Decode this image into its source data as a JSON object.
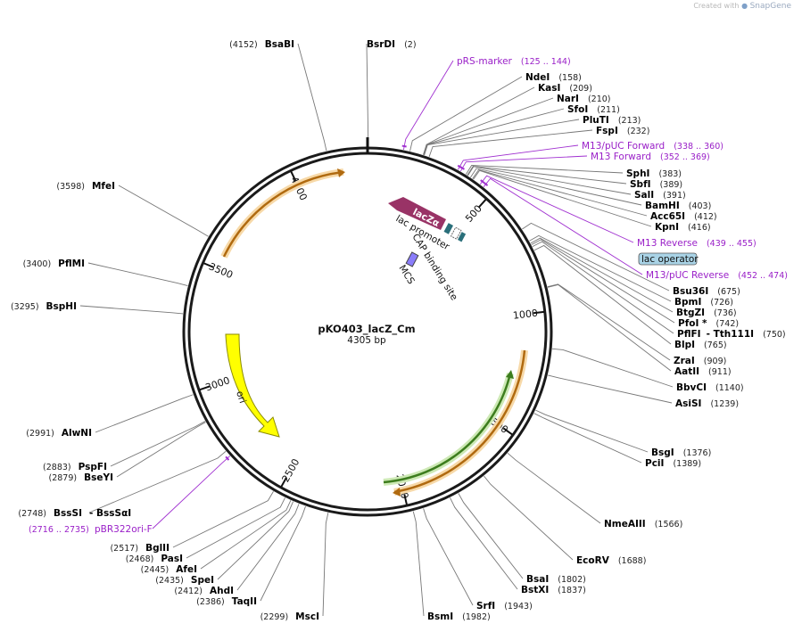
{
  "credit": {
    "prefix": "Created with",
    "brand": "SnapGene"
  },
  "plasmid": {
    "name": "pKO403_lacZ_Cm",
    "length_label": "4305 bp",
    "length": 4305
  },
  "ticks": [
    {
      "label": "500",
      "bp": 500
    },
    {
      "label": "1000",
      "bp": 1000
    },
    {
      "label": "1500",
      "bp": 1500
    },
    {
      "label": "2000",
      "bp": 2000
    },
    {
      "label": "2500",
      "bp": 2500
    },
    {
      "label": "3000",
      "bp": 3000
    },
    {
      "label": "3500",
      "bp": 3500
    },
    {
      "label": "4000",
      "bp": 4000
    }
  ],
  "enzymes_right": [
    {
      "name": "BsrDI",
      "pos": "(2)",
      "bp": 2
    },
    {
      "name": "NdeI",
      "pos": "(158)",
      "bp": 158
    },
    {
      "name": "KasI",
      "pos": "(209)",
      "bp": 209
    },
    {
      "name": "NarI",
      "pos": "(210)",
      "bp": 210
    },
    {
      "name": "SfoI",
      "pos": "(211)",
      "bp": 211
    },
    {
      "name": "PluTI",
      "pos": "(213)",
      "bp": 213
    },
    {
      "name": "FspI",
      "pos": "(232)",
      "bp": 232
    },
    {
      "name": "SphI",
      "pos": "(383)",
      "bp": 383
    },
    {
      "name": "SbfI",
      "pos": "(389)",
      "bp": 389
    },
    {
      "name": "SalI",
      "pos": "(391)",
      "bp": 391
    },
    {
      "name": "BamHI",
      "pos": "(403)",
      "bp": 403
    },
    {
      "name": "Acc65I",
      "pos": "(412)",
      "bp": 412
    },
    {
      "name": "KpnI",
      "pos": "(416)",
      "bp": 416
    },
    {
      "name": "Bsu36I",
      "pos": "(675)",
      "bp": 675
    },
    {
      "name": "BpmI",
      "pos": "(726)",
      "bp": 726
    },
    {
      "name": "BtgZI",
      "pos": "(736)",
      "bp": 736
    },
    {
      "name": "PfoI *",
      "pos": "(742)",
      "bp": 742
    },
    {
      "name": "PflFI",
      "pos": "(750)",
      "bp": 750,
      "extra": "- Tth111I"
    },
    {
      "name": "BlpI",
      "pos": "(765)",
      "bp": 765
    },
    {
      "name": "ZraI",
      "pos": "(909)",
      "bp": 909
    },
    {
      "name": "AatII",
      "pos": "(911)",
      "bp": 911
    },
    {
      "name": "BbvCI",
      "pos": "(1140)",
      "bp": 1140
    },
    {
      "name": "AsiSI",
      "pos": "(1239)",
      "bp": 1239
    },
    {
      "name": "BsgI",
      "pos": "(1376)",
      "bp": 1376
    },
    {
      "name": "PciI",
      "pos": "(1389)",
      "bp": 1389
    },
    {
      "name": "NmeAIII",
      "pos": "(1566)",
      "bp": 1566
    },
    {
      "name": "EcoRV",
      "pos": "(1688)",
      "bp": 1688
    },
    {
      "name": "BsaI",
      "pos": "(1802)",
      "bp": 1802
    },
    {
      "name": "BstXI",
      "pos": "(1837)",
      "bp": 1837
    },
    {
      "name": "SrfI",
      "pos": "(1943)",
      "bp": 1943
    },
    {
      "name": "BsmI",
      "pos": "(1982)",
      "bp": 1982
    }
  ],
  "enzymes_left": [
    {
      "name": "BsaBI",
      "pos": "(4152)",
      "bp": 4152
    },
    {
      "name": "MfeI",
      "pos": "(3598)",
      "bp": 3598
    },
    {
      "name": "PflMI",
      "pos": "(3400)",
      "bp": 3400
    },
    {
      "name": "BspHI",
      "pos": "(3295)",
      "bp": 3295
    },
    {
      "name": "AlwNI",
      "pos": "(2991)",
      "bp": 2991
    },
    {
      "name": "PspFI",
      "pos": "(2883)",
      "bp": 2883
    },
    {
      "name": "BseYI",
      "pos": "(2879)",
      "bp": 2879
    },
    {
      "name": "BssSI",
      "pos": "(2748)",
      "bp": 2748,
      "extra": "- BssSαI"
    },
    {
      "name": "BglII",
      "pos": "(2517)",
      "bp": 2517
    },
    {
      "name": "PasI",
      "pos": "(2468)",
      "bp": 2468
    },
    {
      "name": "AfeI",
      "pos": "(2445)",
      "bp": 2445
    },
    {
      "name": "SpeI",
      "pos": "(2435)",
      "bp": 2435
    },
    {
      "name": "AhdI",
      "pos": "(2412)",
      "bp": 2412
    },
    {
      "name": "TaqII",
      "pos": "(2386)",
      "bp": 2386
    },
    {
      "name": "MscI",
      "pos": "(2299)",
      "bp": 2299
    }
  ],
  "primers": [
    {
      "name": "pRS-marker",
      "range": "(125 .. 144)",
      "bp": 134
    },
    {
      "name": "M13/pUC Forward",
      "range": "(338 .. 360)",
      "bp": 349
    },
    {
      "name": "M13 Forward",
      "range": "(352 .. 369)",
      "bp": 360
    },
    {
      "name": "M13 Reverse",
      "range": "(439 .. 455)",
      "bp": 447
    },
    {
      "name": "M13/pUC Reverse",
      "range": "(452 .. 474)",
      "bp": 463
    },
    {
      "name": "pBR322ori-F",
      "range": "(2716 .. 2735)",
      "bp": 2725
    }
  ],
  "lac_operator": {
    "label": "lac operator"
  },
  "features": {
    "lacZa": "lacZα",
    "lac_promoter": "lac promoter",
    "cap_site": "CAP binding site",
    "mcs": "MCS",
    "ori": "ori"
  },
  "colors": {
    "backbone": "#1a1a1a",
    "primer": "#a030d0",
    "lacZa": "#993366",
    "ori": "#ffff00",
    "orange_feature": "#e8a33c",
    "green_feature": "#5aa02c",
    "lac_operator_fill": "#a9d3e6"
  }
}
